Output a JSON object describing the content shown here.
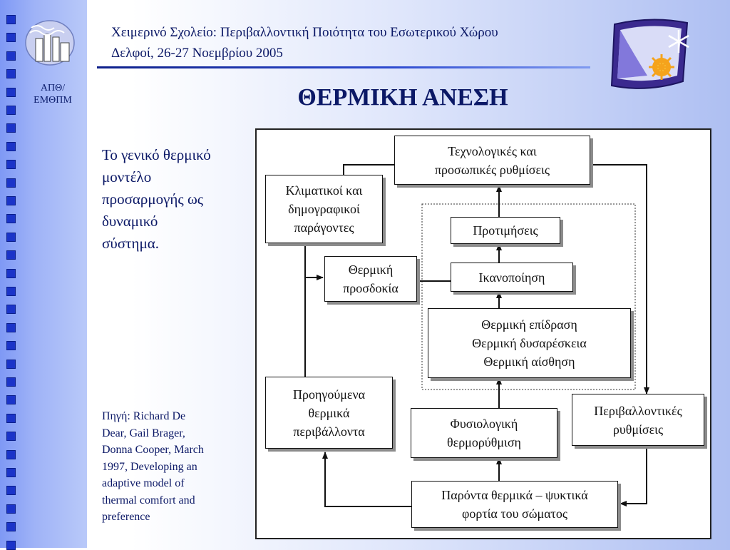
{
  "sidebar": {
    "square_count": 30,
    "square_color": "#1b34c8"
  },
  "institution": {
    "label_line1": "ΑΠΘ/",
    "label_line2": "ΕΜΘΠΜ"
  },
  "header": {
    "line1": "Χειμερινό Σχολείο: Περιβαλλοντική Ποιότητα του Εσωτερικού Χώρου",
    "line2": "Δελφοί, 26-27 Νοεμβρίου 2005"
  },
  "title": "ΘΕΡΜΙΚΗ ΑΝΕΣΗ",
  "body": {
    "lines": [
      "Το γενικό θερμικό",
      "μοντέλο",
      "προσαρμογής ως",
      "δυναμικό",
      "σύστημα."
    ]
  },
  "source": {
    "lines": [
      "Πηγή: Richard De",
      "Dear, Gail Brager,",
      "Donna Cooper, March",
      "1997, Developing an",
      "adaptive model of",
      "thermal comfort and",
      "preference"
    ]
  },
  "diagram": {
    "nodes": {
      "tech": [
        "Τεχνολογικές και",
        "προσωπικές ρυθμίσεις"
      ],
      "climatic": [
        "Κλιματικοί και",
        "δημογραφικοί",
        "παράγοντες"
      ],
      "preferences": [
        "Προτιμήσεις"
      ],
      "expectation": [
        "Θερμική",
        "προσδοκία"
      ],
      "satisfaction": [
        "Ικανοποίηση"
      ],
      "impact": [
        "Θερμική επίδραση",
        "Θερμική δυσαρέσκεια",
        "Θερμική αίσθηση"
      ],
      "previous": [
        "Προηγούμενα",
        "θερμικά",
        "περιβάλλοντα"
      ],
      "environmental": [
        "Περιβαλλοντικές",
        "ρυθμίσεις"
      ],
      "physiological": [
        "Φυσιολογική",
        "θερμορύθμιση"
      ],
      "loads": [
        "Παρόντα θερμικά – ψυκτικά",
        "φορτία του σώματος"
      ]
    }
  },
  "colors": {
    "text": "#0b1866",
    "accent": "#1b34c8"
  }
}
